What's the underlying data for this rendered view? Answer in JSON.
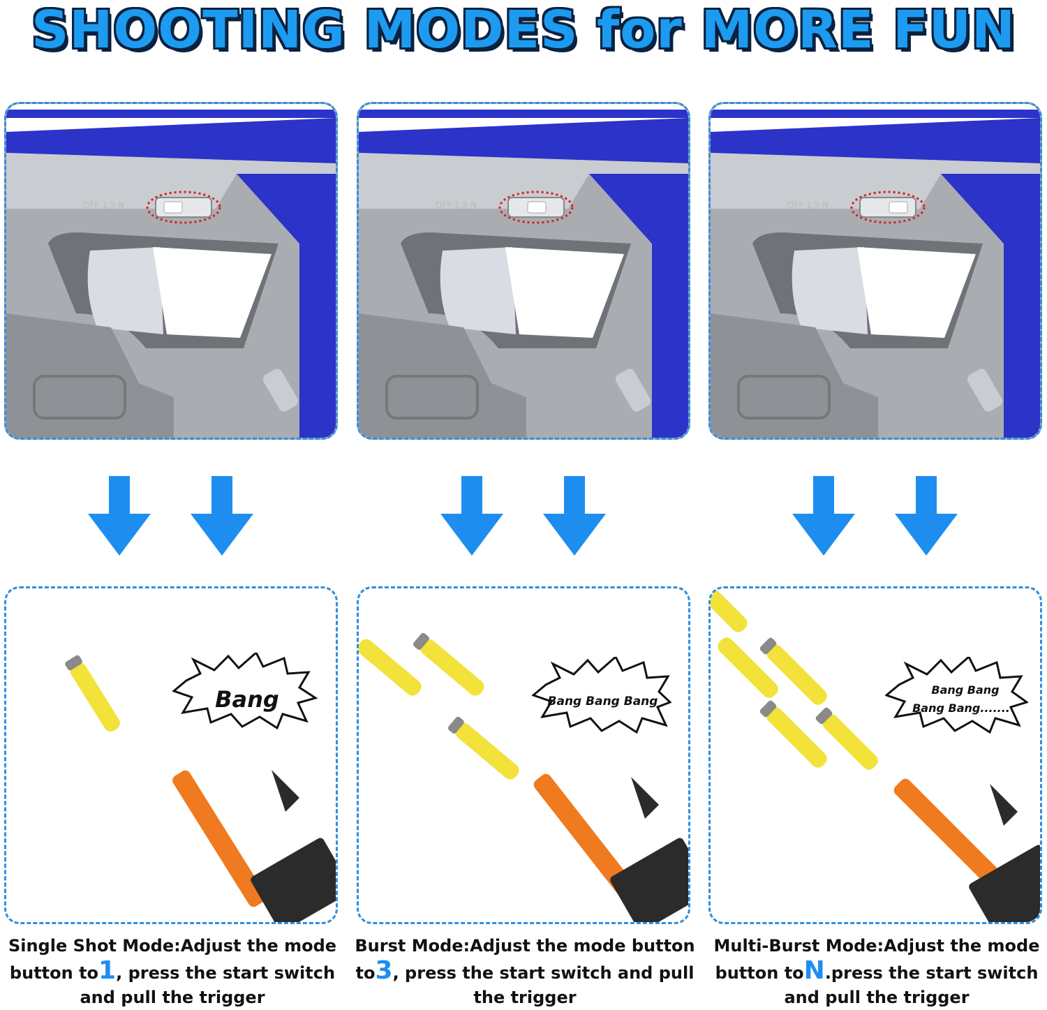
{
  "title": "SHOOTING MODES for MORE FUN",
  "colors": {
    "title_fill": "#1d9bf0",
    "title_outline": "#0a2240",
    "panel_border": "#2e8fe0",
    "arrow": "#1d8ef0",
    "blaster_blue": "#2b33c9",
    "blaster_gray": "#a9acb1",
    "dart_yellow": "#f2e23a",
    "barrel_orange": "#f07a1f",
    "number_blue": "#1d8ef0"
  },
  "icons": [
    "arrow-down-icon",
    "bang-burst-icon",
    "dart-icon",
    "blaster-icon"
  ],
  "switch_label": "OFF 1 3 N",
  "modes": [
    {
      "caption_pre": "Single Shot Mode:Adjust the mode button to",
      "number": "1",
      "caption_post": ", press the start switch and pull the trigger",
      "bang_lines": [
        "Bang"
      ]
    },
    {
      "caption_pre": "Burst Mode:Adjust the mode button to",
      "number": "3",
      "caption_post": ", press the start switch and pull the trigger",
      "bang_lines": [
        "Bang Bang Bang"
      ]
    },
    {
      "caption_pre": "Multi-Burst Mode:Adjust the mode button to",
      "number": "N",
      "caption_post": ".press the start switch and pull the trigger",
      "bang_lines": [
        "Bang Bang",
        "Bang Bang......."
      ]
    }
  ]
}
